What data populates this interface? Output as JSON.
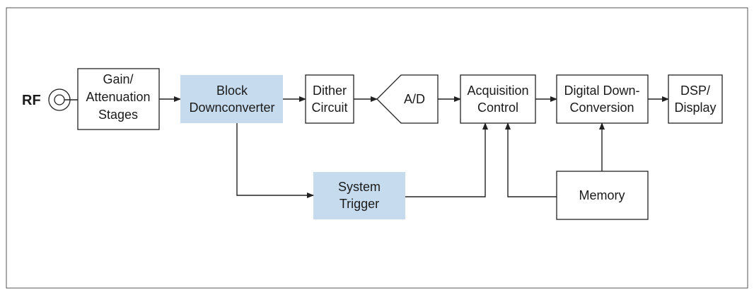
{
  "input_label": "RF",
  "blocks": {
    "gain": [
      "Gain/",
      "Attenuation",
      "Stages"
    ],
    "block_down": [
      "Block",
      "Downconverter"
    ],
    "dither": [
      "Dither",
      "Circuit"
    ],
    "ad": [
      "A/D"
    ],
    "acq": [
      "Acquisition",
      "Control"
    ],
    "ddc": [
      "Digital Down-",
      "Conversion"
    ],
    "dsp": [
      "DSP/",
      "Display"
    ],
    "trigger": [
      "System",
      "Trigger"
    ],
    "memory": [
      "Memory"
    ]
  },
  "colors": {
    "highlight": "#c6dcee",
    "line": "#222222",
    "frame": "#555555"
  }
}
